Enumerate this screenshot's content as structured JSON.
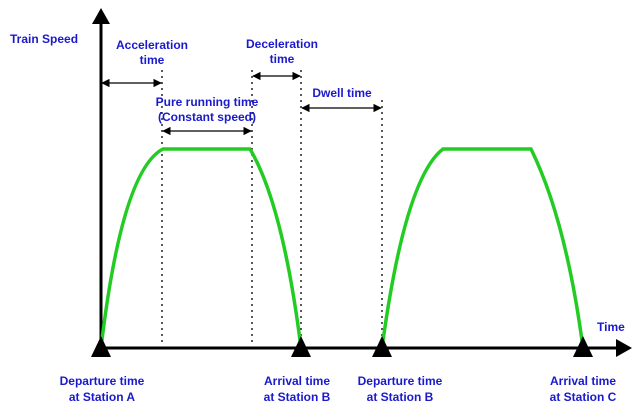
{
  "axes": {
    "y_label": "Train Speed",
    "x_label": "Time"
  },
  "intervals": {
    "acceleration": [
      "Acceleration",
      "time"
    ],
    "deceleration": [
      "Deceleration",
      "time"
    ],
    "pure_running": [
      "Pure running time",
      "(Constant speed)"
    ],
    "dwell": [
      "Dwell time"
    ]
  },
  "stations": [
    [
      "Departure time",
      "at Station A"
    ],
    [
      "Arrival time",
      "at Station B"
    ],
    [
      "Departure time",
      "at Station B"
    ],
    [
      "Arrival time",
      "at Station C"
    ]
  ],
  "colors": {
    "curve": "#22cc22",
    "axis": "#000000",
    "label": "#1a1acc"
  }
}
